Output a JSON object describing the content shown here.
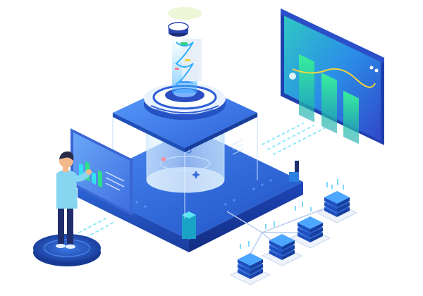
{
  "palette": {
    "deep_blue": "#1f3fae",
    "mid_blue": "#2f6fe0",
    "bright_blue": "#3a8ef5",
    "cyan": "#34e0f0",
    "teal": "#19c6b8",
    "green": "#2ee08a",
    "yellow_line": "#f2d33c",
    "glass": "#d8ecfb",
    "person_shirt": "#86d6f2",
    "person_pants": "#1f2d6b",
    "person_skin": "#f2b98c",
    "person_hair": "#2b2b4a"
  },
  "scene": {
    "server_platform": "isometric-server-platform",
    "glass_cylinder": "glass-data-cylinder",
    "lens_top": "scanner-lens",
    "dashboard_panel": "bar-chart-dashboard",
    "side_panel": "touch-control-panel",
    "person": "operator-figure",
    "node_stacks": "network-node-stacks"
  },
  "dashboard": {
    "bar_levels": [
      0.82,
      0.72,
      0.62
    ]
  },
  "side_panel": {
    "bar_levels": [
      0.55,
      0.75,
      0.45,
      0.65
    ]
  }
}
